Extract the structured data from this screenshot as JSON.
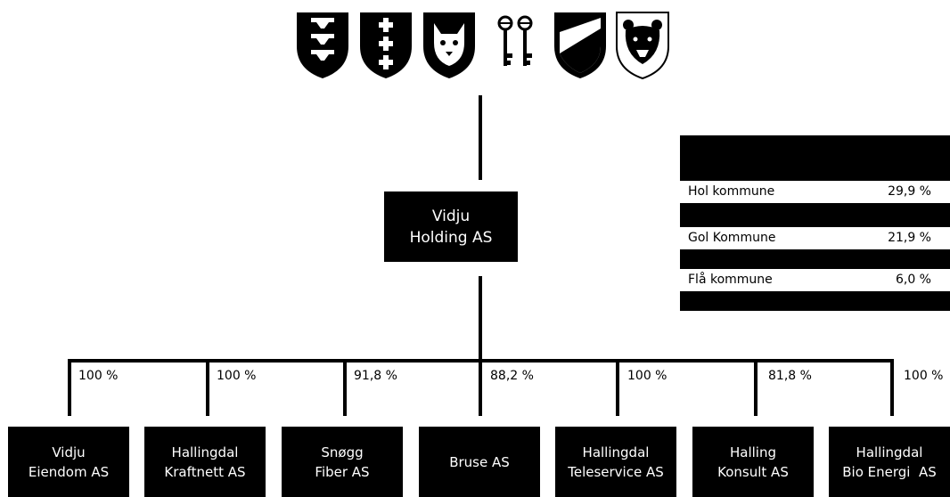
{
  "crests": [
    {
      "icon": "anvils-crest-icon"
    },
    {
      "icon": "crosses-crest-icon"
    },
    {
      "icon": "lynx-crest-icon"
    },
    {
      "icon": "keys-crest-icon"
    },
    {
      "icon": "diagonal-crest-icon"
    },
    {
      "icon": "bear-crest-icon"
    }
  ],
  "holding": {
    "line1": "Vidju",
    "line2": "Holding AS"
  },
  "ownership": [
    {
      "name": "Hol kommune",
      "pct": "29,9 %"
    },
    {
      "name": "Gol Kommune",
      "pct": "21,9 %"
    },
    {
      "name": "Flå kommune",
      "pct": "6,0 %"
    }
  ],
  "subsidiaries": [
    {
      "line1": "Vidju",
      "line2": "Eiendom AS",
      "pct": "100 %"
    },
    {
      "line1": "Hallingdal",
      "line2": "Kraftnett AS",
      "pct": "100 %"
    },
    {
      "line1": "Snøgg",
      "line2": "Fiber AS",
      "pct": "91,8 %"
    },
    {
      "line1": "",
      "line2": "Bruse AS",
      "pct": "88,2 %"
    },
    {
      "line1": "Hallingdal",
      "line2": "Teleservice AS",
      "pct": "100 %"
    },
    {
      "line1": "Halling",
      "line2": "Konsult AS",
      "pct": "81,8 %"
    },
    {
      "line1": "Hallingdal",
      "line2": "Bio Energi  AS",
      "pct": "100 %"
    }
  ],
  "colors": {
    "box": "#000000",
    "text_on_box": "#ffffff",
    "background": "#ffffff"
  }
}
